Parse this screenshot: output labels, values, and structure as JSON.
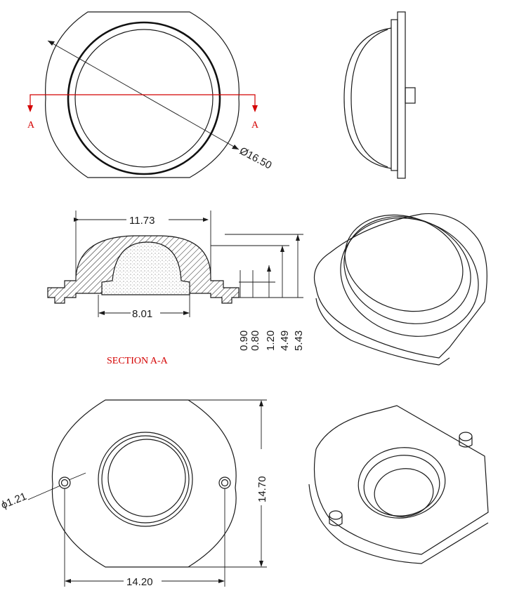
{
  "dimensions": {
    "lens_diameter": "Ø16.50",
    "top_width": "11.73",
    "cavity_width": "8.01",
    "h1": "0.90",
    "h2": "0.80",
    "h3": "1.20",
    "h4": "4.49",
    "h5": "5.43",
    "height": "14.70",
    "width": "14.20",
    "pin_diameter": "ϕ1.21"
  },
  "section": {
    "marker_left": "A",
    "marker_right": "A",
    "caption": "SECTION A-A"
  },
  "colors": {
    "line": "#1a1a1a",
    "section_line": "#d40000"
  }
}
